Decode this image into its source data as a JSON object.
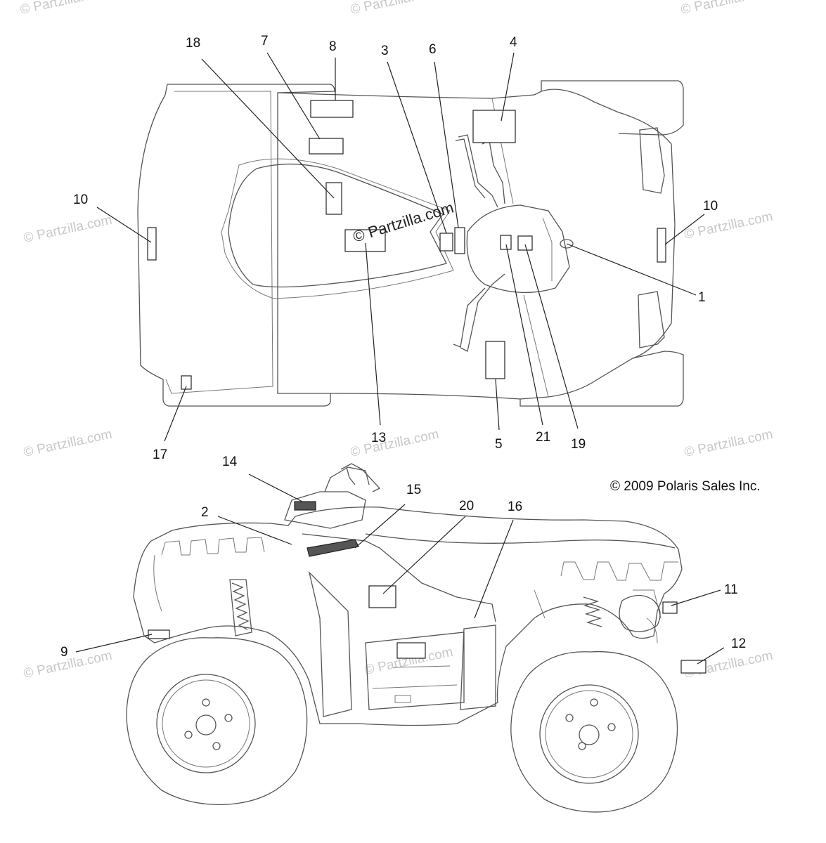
{
  "watermarks": {
    "site": "© Partzilla.com",
    "center": "© Partzilla.com"
  },
  "copyright": "© 2009 Polaris Sales Inc.",
  "callouts": {
    "c1": "1",
    "c2": "2",
    "c3": "3",
    "c4": "4",
    "c5": "5",
    "c6": "6",
    "c7": "7",
    "c8": "8",
    "c9": "9",
    "c10a": "10",
    "c10b": "10",
    "c11": "11",
    "c12": "12",
    "c13": "13",
    "c14": "14",
    "c15": "15",
    "c16": "16",
    "c17": "17",
    "c18": "18",
    "c19": "19",
    "c20": "20",
    "c21": "21"
  }
}
